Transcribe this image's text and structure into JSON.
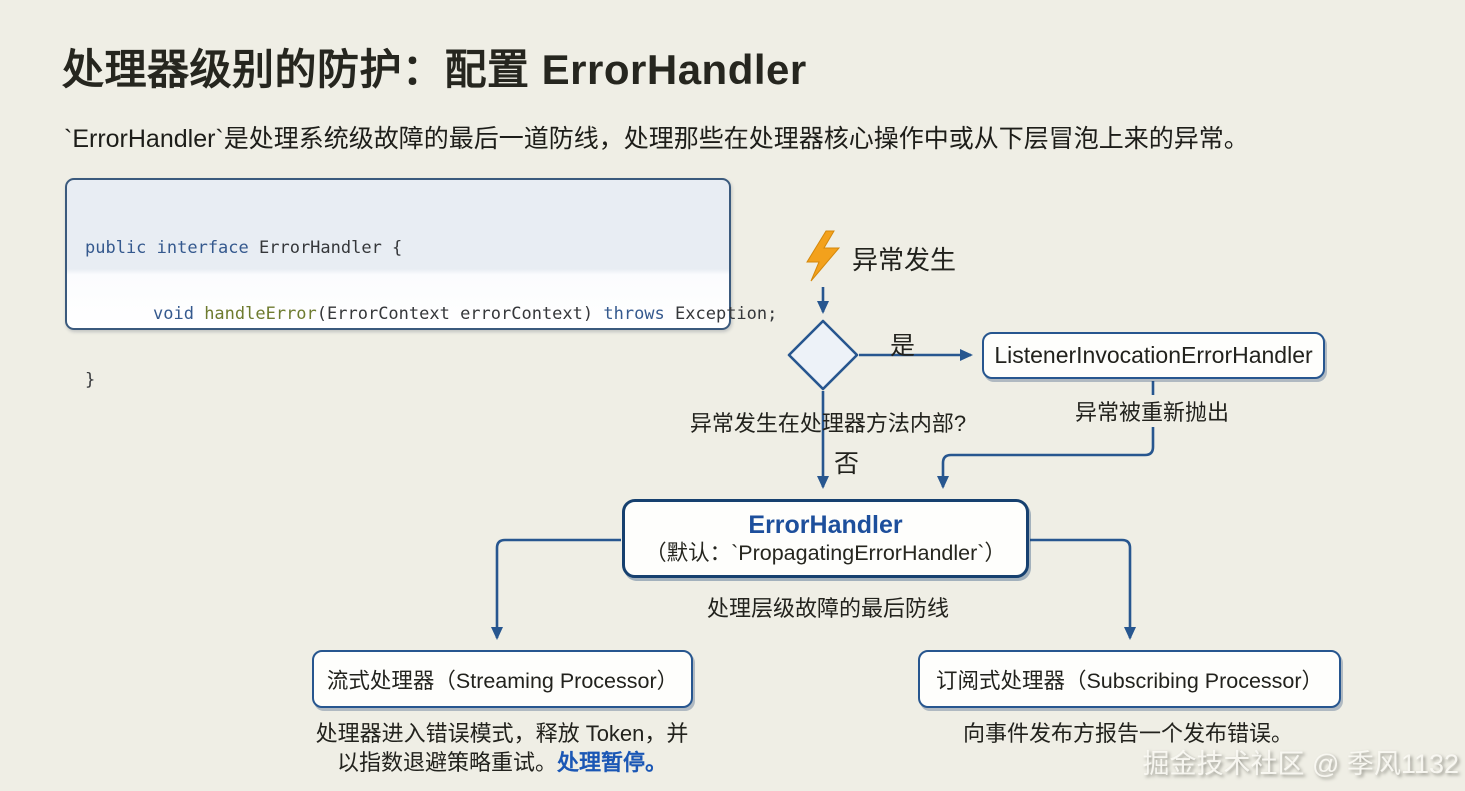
{
  "page": {
    "title": "处理器级别的防护：配置 ErrorHandler",
    "subtitle": "`ErrorHandler`是处理系统级故障的最后一道防线，处理那些在处理器核心操作中或从下层冒泡上来的异常。",
    "watermark": "掘金技术社区 @ 季风1132"
  },
  "code": {
    "l1_k1": "public interface ",
    "l1_p1": "ErrorHandler {",
    "l2_k1": "void ",
    "l2_f1": "handleError",
    "l2_p1": "(ErrorContext errorContext) ",
    "l2_k2": "throws",
    "l2_p2": " Exception;",
    "l3_p1": "}"
  },
  "flowchart": {
    "start_label": "异常发生",
    "decision_question": "异常发生在处理器方法内部?",
    "yes_label": "是",
    "no_label": "否",
    "listener_box_label": "ListenerInvocationErrorHandler",
    "rethrow_label": "异常被重新抛出",
    "error_handler_title": "ErrorHandler",
    "error_handler_subtitle": "（默认：`PropagatingErrorHandler`）",
    "error_handler_caption": "处理层级故障的最后防线",
    "streaming_box_label": "流式处理器（Streaming Processor）",
    "streaming_caption_line1": "处理器进入错误模式，释放 Token，并",
    "streaming_caption_line2_normal": "以指数退避策略重试。",
    "streaming_caption_line2_highlight": "处理暂停。",
    "subscribing_box_label": "订阅式处理器（Subscribing Processor）",
    "subscribing_caption": "向事件发布方报告一个发布错误。"
  },
  "icons": {
    "lightning": "⚡"
  },
  "colors": {
    "background": "#efeee5",
    "connector_blue": "#27568f",
    "error_handler_border": "#16406f",
    "error_handler_title_blue": "#1d4f9c",
    "highlight_blue": "#1b57b5",
    "keyword_blue": "#35598e",
    "function_olive": "#6e7b2f",
    "lightning_orange": "#f3a11c",
    "diamond_fill": "#edf2f8",
    "box_fill": "#fefefc"
  }
}
